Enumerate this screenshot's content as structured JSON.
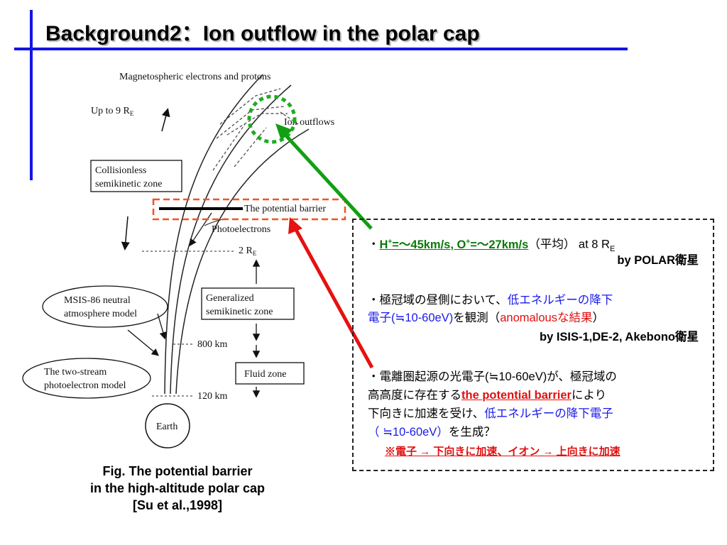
{
  "slide": {
    "title": "Background2：Ion outflow in the polar cap"
  },
  "figure": {
    "labels": {
      "magnetospheric": "Magnetospheric electrons and protons",
      "up_to": "Up to 9 R",
      "up_to_sub": "E",
      "ion_outflows": "Ion outflows",
      "collisionless_1": "Collisionless",
      "collisionless_2": "semikinetic zone",
      "potential_barrier": "The potential barrier",
      "photoelectrons": "Photoelectrons",
      "two_re": "2 R",
      "two_re_sub": "E",
      "generalized_1": "Generalized",
      "generalized_2": "semikinetic zone",
      "msis_1": "MSIS-86 neutral",
      "msis_2": "atmosphere model",
      "km800": "800 km",
      "fluid": "Fluid zone",
      "twostream_1": "The two-stream",
      "twostream_2": "photoelectron model",
      "km120": "120 km",
      "earth": "Earth"
    },
    "caption": {
      "line1": "Fig. The potential barrier",
      "line2": "in the high-altitude polar cap",
      "line3": "[Su et al.,1998]"
    },
    "colors": {
      "green_circle": "#22aa22",
      "green_arrow": "#11a011",
      "red_arrow": "#e81010",
      "orange_box": "#ee5522"
    }
  },
  "notes": {
    "p1": {
      "bullet": "・",
      "h": "H",
      "h_sup": "+",
      "mid": "=～45km/s, O",
      "o_sup": "+",
      "end": "=～27km/s",
      "avg": "（平均） at 8 R",
      "avg_sub": "E",
      "by": "by POLAR衛星"
    },
    "p2": {
      "a": "・極冠域の昼側において、",
      "b": "低エネルギーの降下",
      "c": "電子(≒10-60eV)",
      "d": "を観測（",
      "e": "anomalousな結果",
      "f": "）",
      "by": "by ISIS-1,DE-2, Akebono衛星"
    },
    "p3": {
      "l1": "・電離圏起源の光電子(≒10-60eV)が、極冠域の",
      "l2a": "高高度に存在する",
      "l2b": "the potential barrier",
      "l2c": "により",
      "l3a": "下向きに加速を受け、",
      "l3b": "低エネルギーの降下電子",
      "l4a": "（ ≒10-60eV）",
      "l4b": "を生成？",
      "note": "※電子 → 下向きに加速、イオン → 上向きに加速"
    }
  }
}
